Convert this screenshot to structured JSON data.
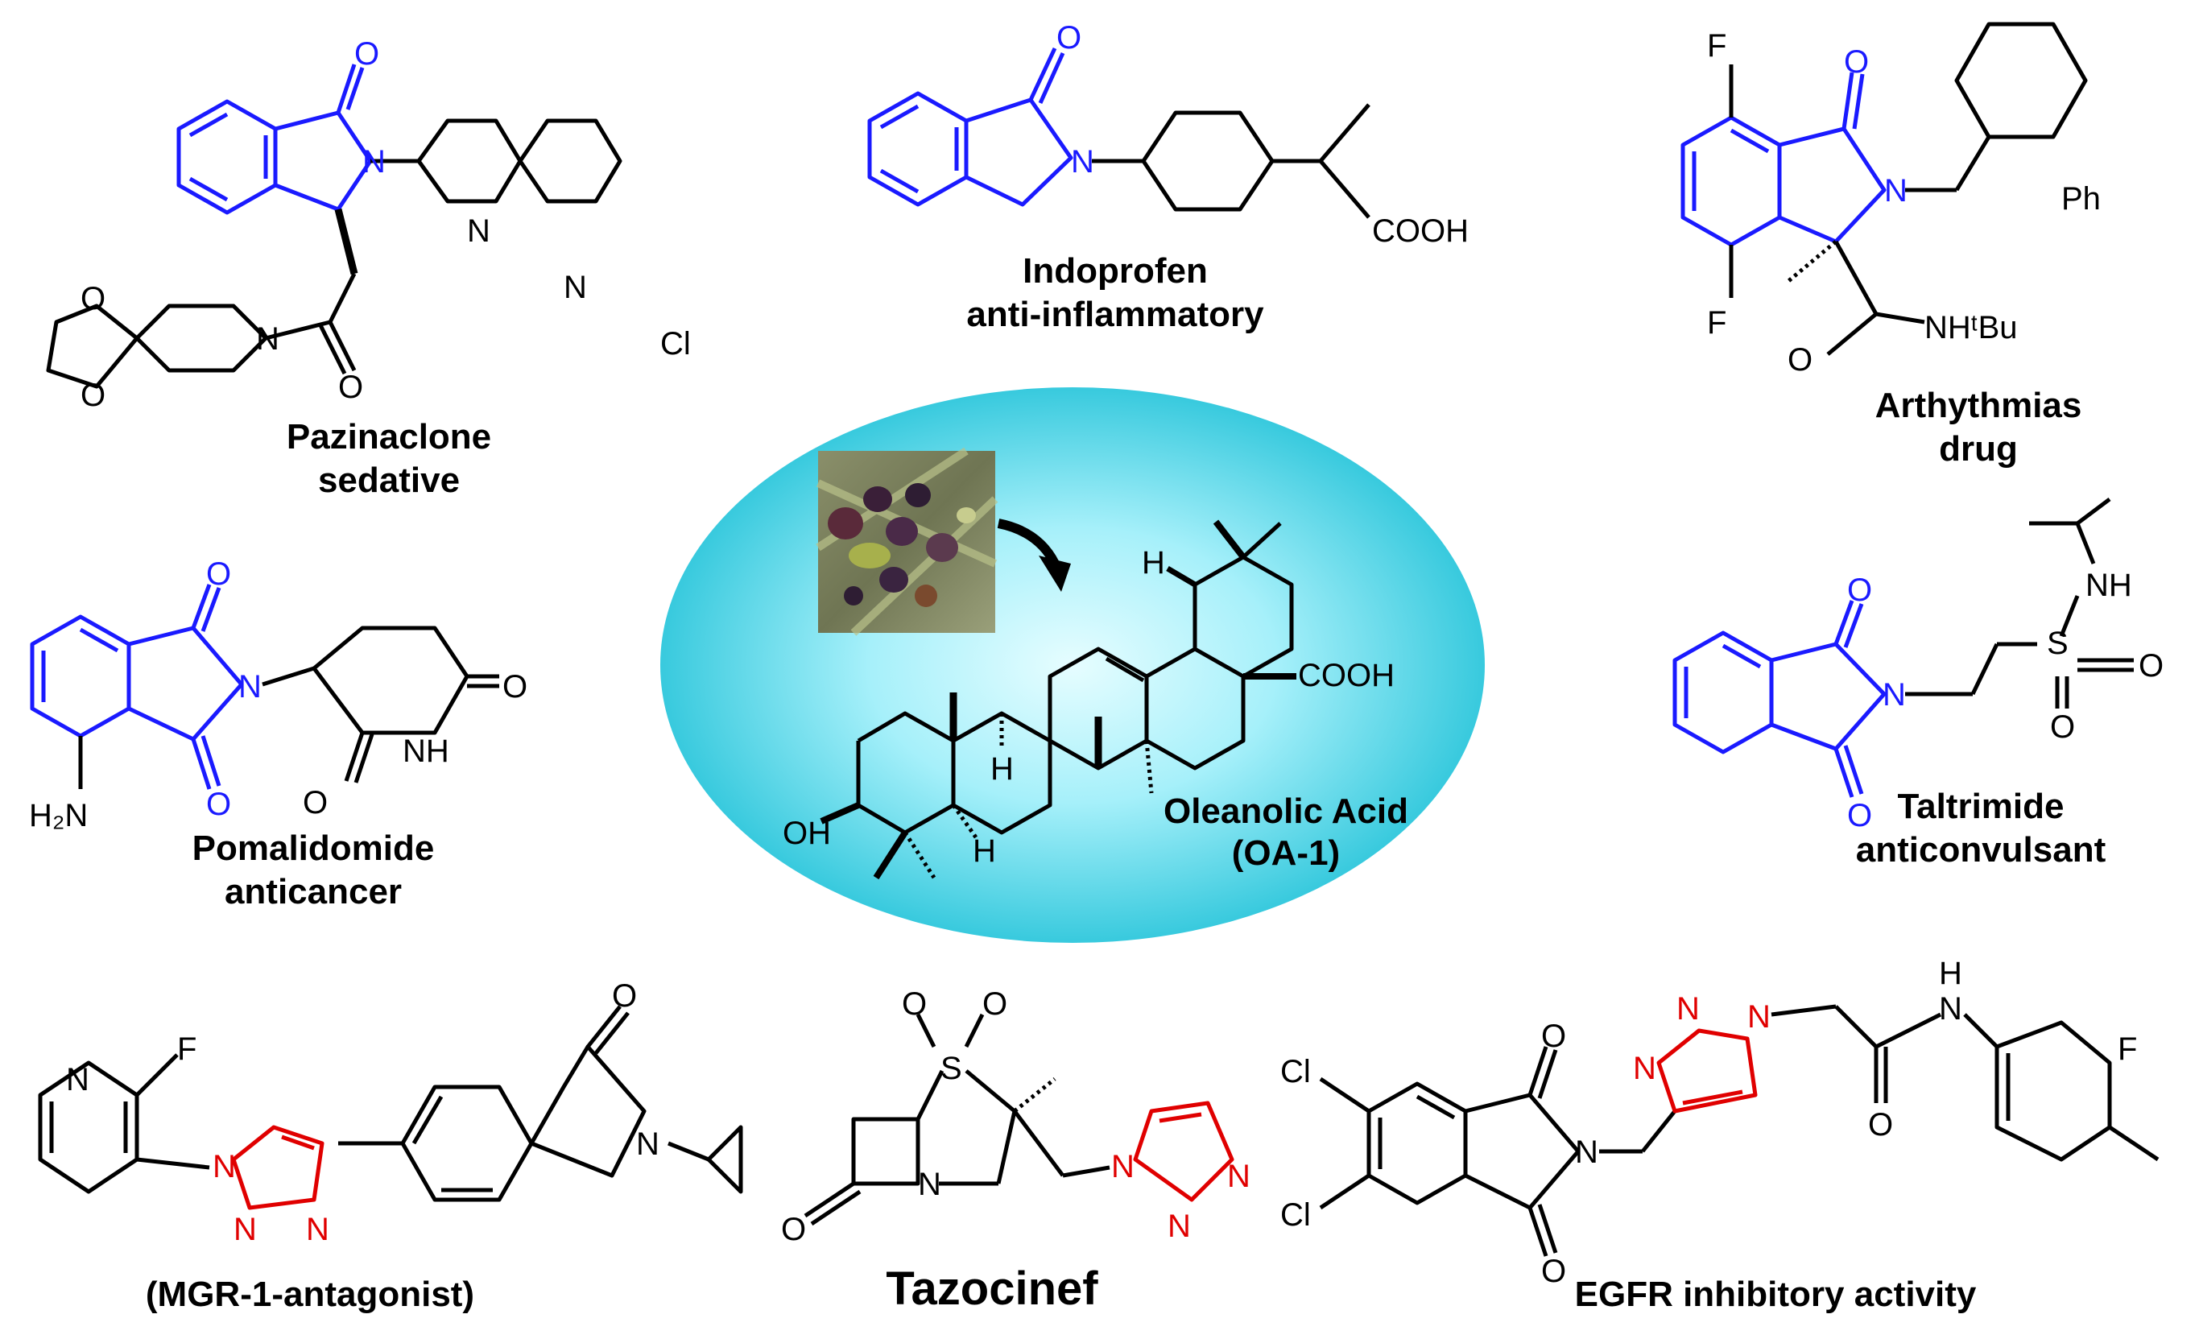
{
  "colors": {
    "black": "#000000",
    "blue": "#1a1aff",
    "red": "#e00000",
    "ellipse_outer": "#2fc7dc",
    "ellipse_inner": "#d9fbff",
    "ellipse_mid": "#6fe3f2"
  },
  "compounds": {
    "pazinaclone": {
      "name": "Pazinaclone",
      "activity": "sedative"
    },
    "indoprofen": {
      "name": "Indoprofen",
      "activity": "anti-inflammatory"
    },
    "arrhythmia": {
      "name": "Arthythmias",
      "activity": "drug"
    },
    "pomalidomide": {
      "name": "Pomalidomide",
      "activity": "anticancer"
    },
    "taltrimide": {
      "name": "Taltrimide",
      "activity": "anticonvulsant"
    },
    "oleanolic": {
      "name": "Oleanolic Acid",
      "code": "(OA-1)"
    },
    "mgr1": {
      "name": "(MGR-1-antagonist)"
    },
    "tazocinef": {
      "name": "Tazocinef"
    },
    "egfr": {
      "name": "EGFR inhibitory activity"
    }
  },
  "atoms": {
    "O": "O",
    "N": "N",
    "F": "F",
    "Cl": "Cl",
    "H": "H",
    "S": "S",
    "NH": "NH",
    "OH": "OH",
    "COOH": "COOH",
    "Ph": "Ph",
    "H2N": "H₂N",
    "NHtBu": "NHᵗBu"
  },
  "image": {
    "description_icon": "olive-photo-icon"
  }
}
